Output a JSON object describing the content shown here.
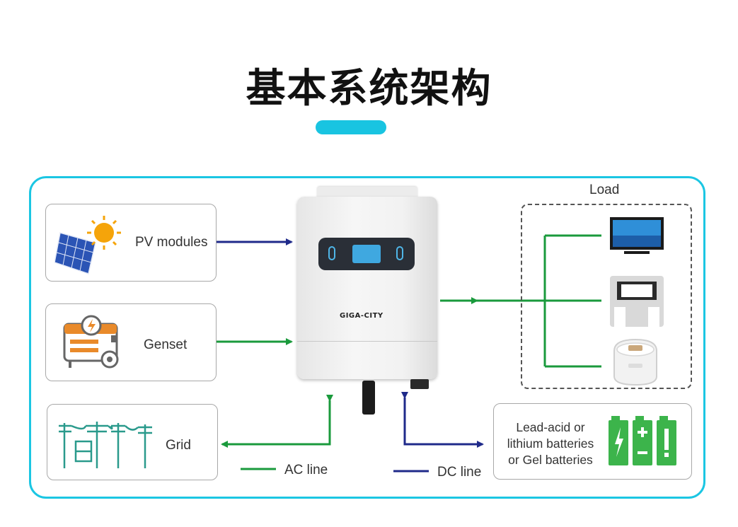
{
  "title": "基本系统架构",
  "inputs": {
    "pv": "PV modules",
    "genset": "Genset",
    "grid": "Grid"
  },
  "inverter": {
    "brand": "GIGA-CITY"
  },
  "load": {
    "label": "Load",
    "items": [
      "tv-icon",
      "ceiling-light-icon",
      "rice-cooker-icon"
    ]
  },
  "battery": {
    "lines": [
      "Lead-acid or",
      "lithium batteries",
      "or Gel batteries"
    ]
  },
  "legend": {
    "ac": {
      "label": "AC line",
      "color": "#1a9a3c"
    },
    "dc": {
      "label": "DC line",
      "color": "#1f2a8a"
    }
  },
  "colors": {
    "accent": "#19c4e1",
    "ac": "#1a9a3c",
    "dc": "#1f2a8a",
    "battery": "#3cb44b"
  }
}
